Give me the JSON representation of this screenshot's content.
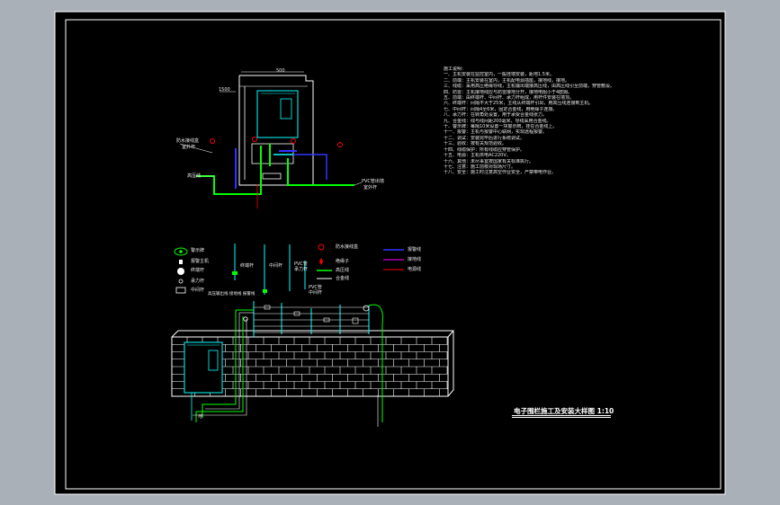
{
  "drawing": {
    "title": "电子围栏施工及安装大样图 1:10",
    "notes_heading": "施工说明：",
    "notes": [
      "一、主机安装在监控室内，一般挂墙安装，距地1.5米。",
      "二、前端：主机安装在室内，主机配电源插座，接地线，接地。",
      "三、线缆：采用高压绝缘导线，主机输出端接高压线，由高压线引至前端，穿管敷设。",
      "四、防雷：主机接地线应与防雷接地分开，接地电阻小于4欧姆。",
      "五、前端：由终端杆、中间杆、承力杆组成，用杆件安装在墙顶。",
      "六、终端杆：间隔不大于25米，主线从终端杆引出，用高压线连接到主机。",
      "七、中间杆：间隔4至6米，固定合金线，用绝缘子连接。",
      "八、承力杆：在转角处设置，用于承受合金线张力。",
      "九、合金线：线与线间距200毫米，导线采用合金线。",
      "十、警示牌：每隔10米设置一块警示牌，挂在合金线上。",
      "十一、报警：主机与报警中心联网，实现远程报警。",
      "十二、调试：安装完毕后进行系统调试。",
      "十三、验收：按有关规范验收。",
      "十四、线缆保护：所有线缆应穿管保护。",
      "十五、电源：主机供电AC220V。",
      "十六、其他：未尽事宜按国家有关标准执行。",
      "十七、注意：施工前核对现场尺寸。",
      "十八、安全：施工时注意高空作业安全，严禁带电作业。"
    ],
    "labels": {
      "top_dim": "500",
      "left_dim": "1500",
      "callout_left_top": "防水接线盒",
      "callout_left_top2": "室外杆",
      "callout_left_low": "高压线",
      "callout_right": "PVC管出墙",
      "callout_right2": "室外杆",
      "pole1": "终端杆",
      "pole2": "中间杆",
      "pole3": "PVC管",
      "pole3b": "承力杆",
      "pole4": "PVC管",
      "pole4b": "中间杆",
      "wall_note": "高压输出线 接地线 报警线",
      "bottom_label": "地"
    },
    "legend_left": [
      {
        "label": "警示牌"
      },
      {
        "label": "报警主机"
      },
      {
        "label": "终端杆"
      },
      {
        "label": "承力杆"
      },
      {
        "label": "中间杆"
      }
    ],
    "legend_right": [
      {
        "label": "防水接线盒"
      },
      {
        "label": "绝缘子"
      },
      {
        "label": "高压线"
      },
      {
        "label": "合金线"
      },
      {
        "label": "报警线"
      },
      {
        "label": "接地线"
      },
      {
        "label": "电源线"
      }
    ],
    "colors": {
      "background": "#000000",
      "frame": "#ffffff",
      "green": "#00ff00",
      "cyan": "#00ffff",
      "blue": "#3333ff",
      "red": "#ff0000",
      "magenta": "#ff00ff",
      "white": "#ffffff"
    }
  }
}
